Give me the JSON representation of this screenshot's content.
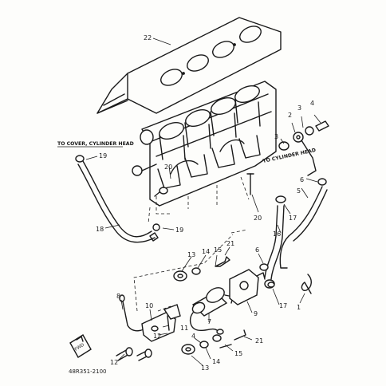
{
  "diagram": {
    "part_labels": [
      "22",
      "2",
      "3",
      "4",
      "3",
      "20",
      "19",
      "18",
      "19",
      "20",
      "17",
      "16",
      "5",
      "6",
      "21",
      "15",
      "14",
      "13",
      "6",
      "17",
      "1",
      "8",
      "10",
      "12",
      "11",
      "9",
      "7",
      "4",
      "15",
      "21",
      "14",
      "13",
      "12"
    ],
    "callouts": {
      "to_cover_cylinder_head": "TO COVER, CYLINDER HEAD",
      "to_cylinder_head": "TO CYLINDER HEAD"
    },
    "front_marker": "FWD",
    "drawing_code": "48R351-2100"
  }
}
